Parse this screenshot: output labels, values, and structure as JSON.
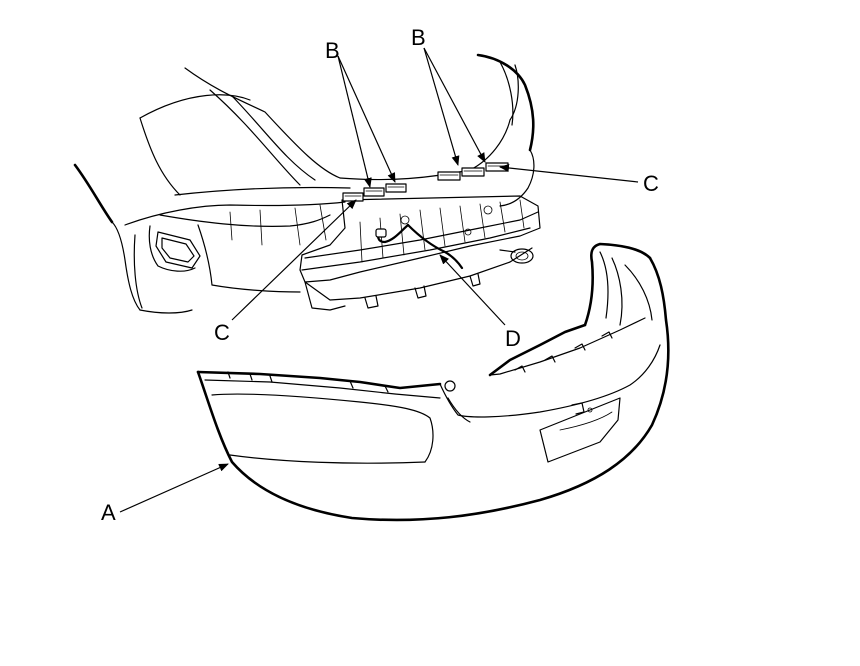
{
  "callouts": {
    "a": "A",
    "b_left": "B",
    "b_right": "B",
    "c_left": "C",
    "c_right": "C",
    "d": "D"
  }
}
